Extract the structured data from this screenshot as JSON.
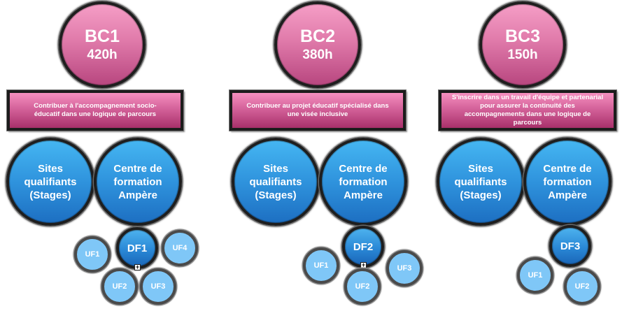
{
  "blocks": [
    {
      "code": "BC1",
      "hours": "420h",
      "description": "Contribuer à l'accompagnement socio-éducatif dans une logique de parcours",
      "sites": "Sites qualifiants (Stages)",
      "centre": "Centre de formation Ampère",
      "df": "DF1",
      "ufs": [
        "UF1",
        "UF4",
        "UF2",
        "UF3"
      ],
      "expand_icon": "plus-square-icon"
    },
    {
      "code": "BC2",
      "hours": "380h",
      "description": "Contribuer au projet éducatif spécialisé dans une visée inclusive",
      "sites": "Sites qualifiants (Stages)",
      "centre": "Centre de formation Ampère",
      "df": "DF2",
      "ufs": [
        "UF1",
        "UF2",
        "UF3"
      ],
      "expand_icon": "plus-square-icon"
    },
    {
      "code": "BC3",
      "hours": "150h",
      "description": "S'inscrire dans un travail d'équipe et partenarial pour assurer la continuité des accompagnements dans une logique de parcours",
      "sites": "Sites qualifiants (Stages)",
      "centre": "Centre de formation Ampère",
      "df": "DF3",
      "ufs": [
        "UF1",
        "UF2"
      ]
    }
  ],
  "colors": {
    "bc_pink": "#e07aaa",
    "banner_pink": "#d4629a",
    "blue_dark": "#2f93dd",
    "blue_light": "#7fc7f7",
    "outline": "#1e1e1e"
  }
}
